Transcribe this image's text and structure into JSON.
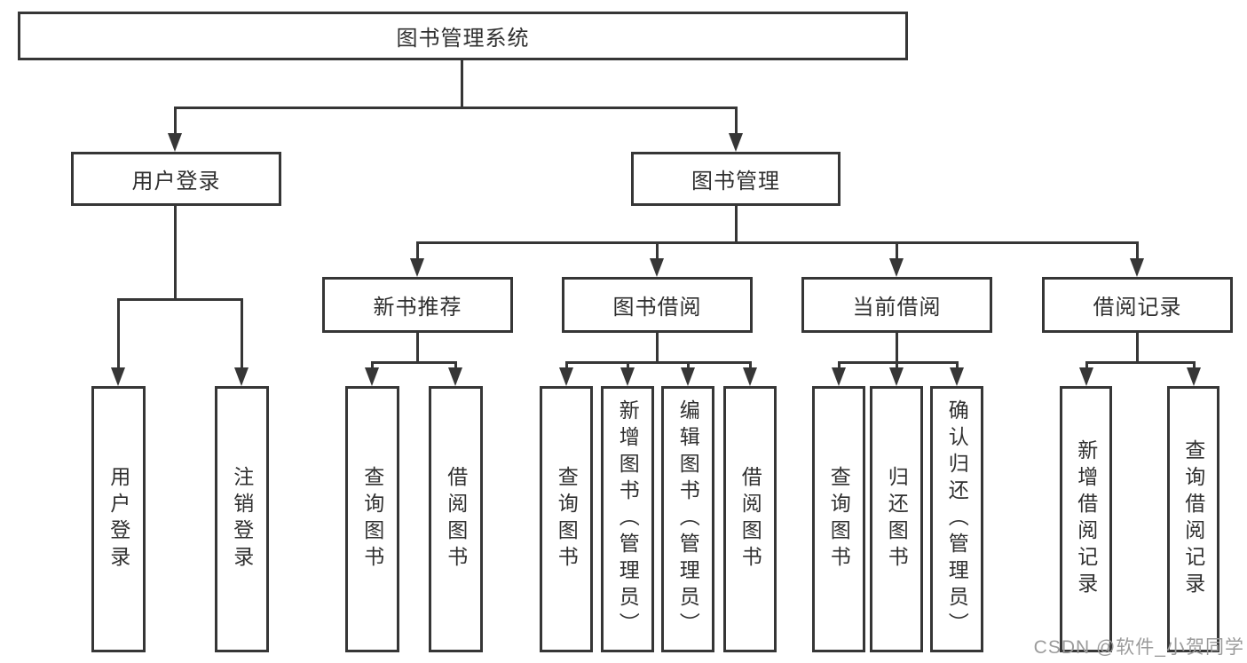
{
  "tree": {
    "label": "图书管理系统",
    "children": [
      {
        "label": "用户登录",
        "children": [
          {
            "label": "用户登录"
          },
          {
            "label": "注销登录"
          }
        ]
      },
      {
        "label": "图书管理",
        "children": [
          {
            "label": "新书推荐",
            "children": [
              {
                "label": "查询图书"
              },
              {
                "label": "借阅图书"
              }
            ]
          },
          {
            "label": "图书借阅",
            "children": [
              {
                "label": "查询图书"
              },
              {
                "label": "新增图书（管理员）"
              },
              {
                "label": "编辑图书（管理员）"
              },
              {
                "label": "借阅图书"
              }
            ]
          },
          {
            "label": "当前借阅",
            "children": [
              {
                "label": "查询图书"
              },
              {
                "label": "归还图书"
              },
              {
                "label": "确认归还（管理员）"
              }
            ]
          },
          {
            "label": "借阅记录",
            "children": [
              {
                "label": "新增借阅记录"
              },
              {
                "label": "查询借阅记录"
              }
            ]
          }
        ]
      }
    ]
  },
  "watermark": {
    "text": "CSDN @软件_小贺同学"
  },
  "colors": {
    "line": "#363636",
    "box_border": "#363636",
    "text": "#303030",
    "watermark": "#9b9b9b",
    "background": "#ffffff"
  }
}
